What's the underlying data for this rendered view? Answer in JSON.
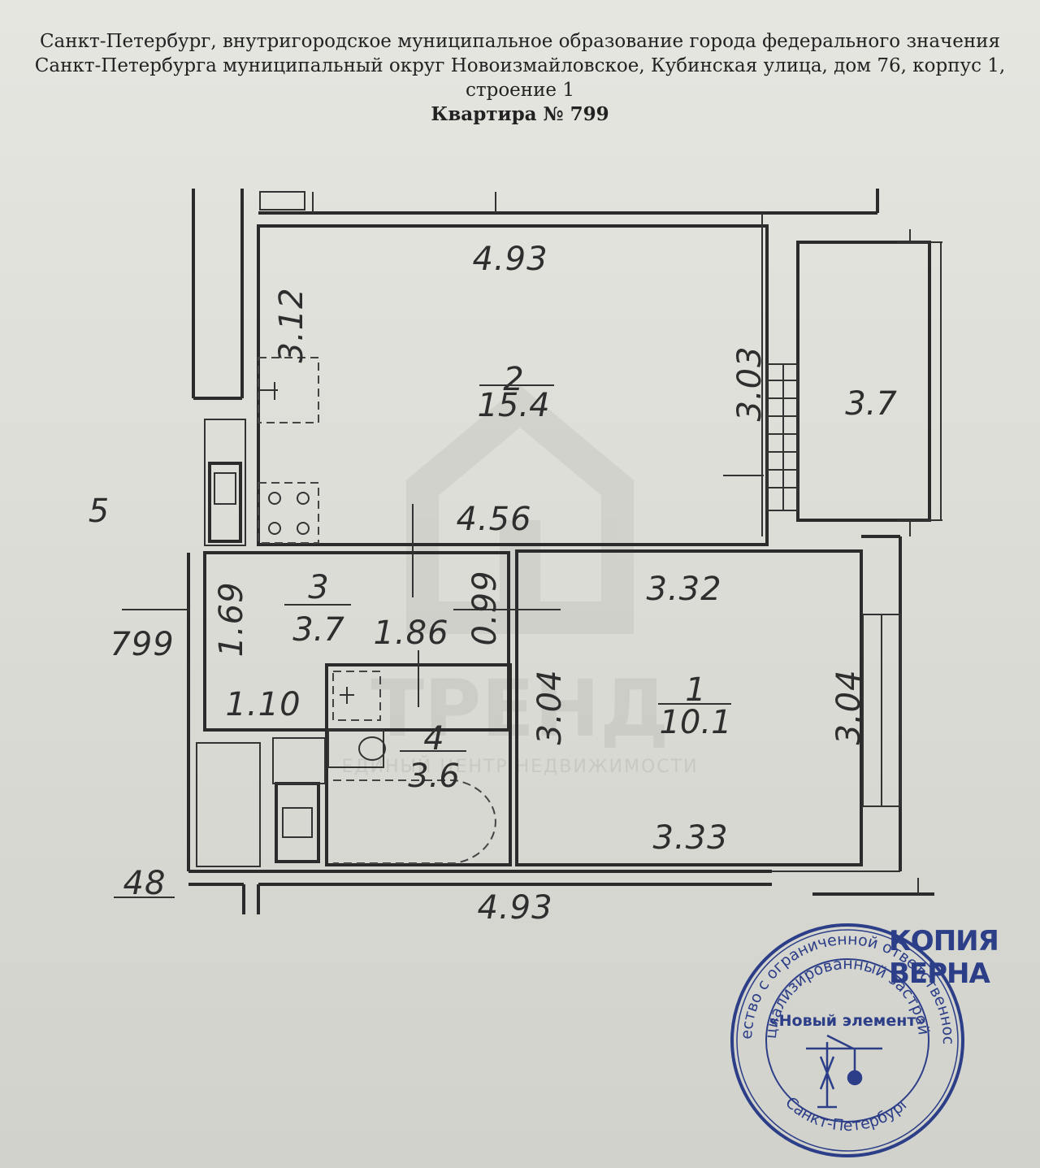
{
  "header": {
    "line1": "Санкт-Петербург, внутригородское муниципальное образование города федерального значения",
    "line2": "Санкт-Петербурга муниципальный округ Новоизмайловское, Кубинская улица, дом 76, корпус 1,",
    "line3": "строение 1",
    "apartment": "Квартира № 799"
  },
  "rooms": [
    {
      "number": "2",
      "area": "15.4"
    },
    {
      "number": "3",
      "area": "3.7"
    },
    {
      "number": "4",
      "area": "3.6"
    },
    {
      "number": "1",
      "area": "10.1"
    }
  ],
  "balcony": {
    "area": "3.7"
  },
  "dimensions": {
    "room2_top": "4.93",
    "room2_left": "3.12",
    "room2_right": "3.03",
    "room2_bottom": "4.56",
    "hall_top": "1.69",
    "hall_width": "1.86",
    "hall_right": "0.99",
    "hall_bottom": "1.10",
    "room1_top": "3.32",
    "room1_left": "3.04",
    "room1_right": "3.04",
    "room1_bottom": "3.33",
    "bottom_partial": "4.93"
  },
  "side_labels": {
    "left_number": "799",
    "left_five": "5",
    "bottom_left": "48"
  },
  "watermark": {
    "brand": "ТРЕНД",
    "subtitle": "ЕДИНЫЙ ЦЕНТР НЕДВИЖИМОСТИ"
  },
  "stamp": {
    "copy_label": "КОПИЯ ВЕРНА",
    "outer_text": "Общество с ограниченной ответственностью",
    "inner_text": "Специализированный застройщик",
    "company": "«Новый элемент»",
    "city": "Санкт-Петербург",
    "color": "#2c3e88"
  }
}
